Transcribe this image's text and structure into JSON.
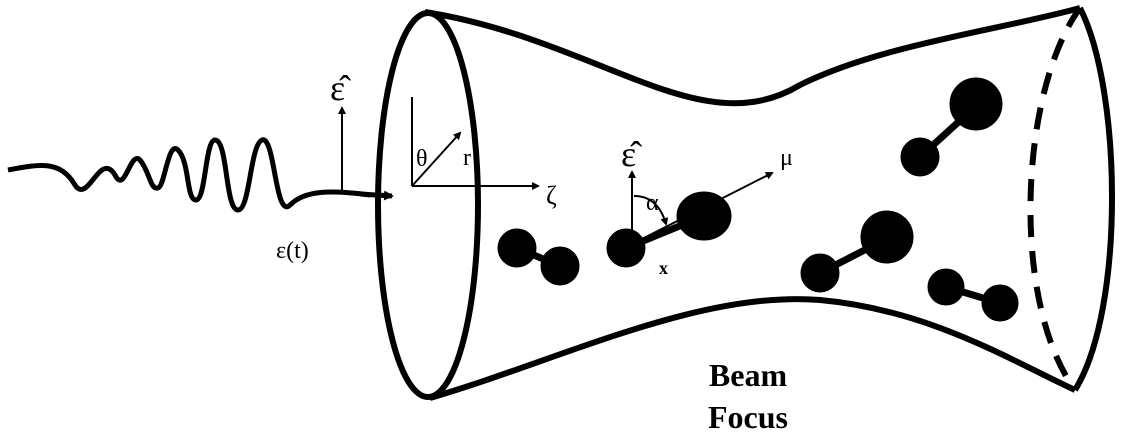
{
  "labels": {
    "field_polarization_left": "ε̂",
    "field_time": "ε(t)",
    "polar_angle": "θ",
    "radial": "r",
    "propagation_axis": "ζ",
    "field_polarization_center": "ε̂",
    "dipole": "μ",
    "alignment_angle": "α",
    "molecule_axis": "x",
    "beam_focus_line1": "Beam",
    "beam_focus_line2": "Focus"
  },
  "colors": {
    "ink": "#000000",
    "background": "#ffffff"
  }
}
